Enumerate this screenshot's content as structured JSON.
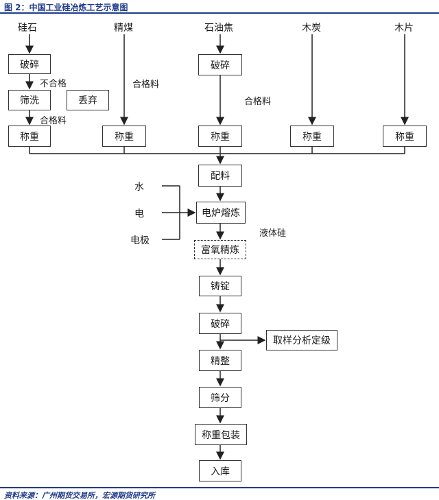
{
  "title": "图 2：中国工业硅冶炼工艺示意图",
  "source": "资料来源：广州期货交易所，宏源期货研究所",
  "raw_materials": {
    "silica": "硅石",
    "clean_coal": "精煤",
    "petroleum_coke": "石油焦",
    "charcoal": "木炭",
    "wood_chips": "木片"
  },
  "boxes": {
    "crush_silica": "破碎",
    "wash": "筛洗",
    "discard": "丢弃",
    "weigh_1": "称重",
    "weigh_2": "称重",
    "crush_coke": "破碎",
    "weigh_3": "称重",
    "weigh_4": "称重",
    "weigh_5": "称重",
    "batching": "配料",
    "smelting": "电炉熔炼",
    "refining": "富氧精炼",
    "casting": "铸锭",
    "crush_ingot": "破碎",
    "sampling": "取样分析定级",
    "finishing": "精整",
    "screening": "筛分",
    "packing": "称重包装",
    "storage": "入库"
  },
  "labels": {
    "unqualified": "不合格",
    "qualified_1": "合格料",
    "qualified_2": "合格料",
    "qualified_3": "合格料",
    "water": "水",
    "electricity": "电",
    "electrode": "电极",
    "liquid_silicon": "液体硅"
  }
}
